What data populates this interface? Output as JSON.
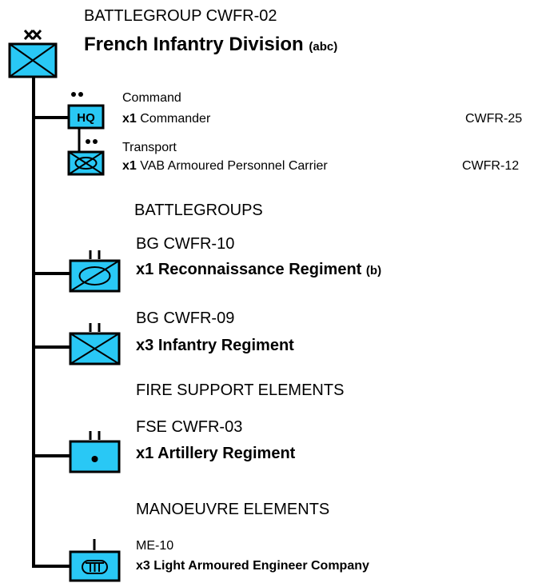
{
  "header": {
    "code": "BATTLEGROUP CWFR-02",
    "title": "French Infantry Division",
    "title_suffix": "(abc)"
  },
  "command": {
    "role": "Command",
    "qty": "x1",
    "name": "Commander",
    "code": "CWFR-25",
    "symbol_text": "HQ"
  },
  "transport": {
    "role": "Transport",
    "qty": "x1",
    "name": "VAB Armoured Personnel Carrier",
    "code": "CWFR-12"
  },
  "sections": {
    "battlegroups": "BATTLEGROUPS",
    "fire_support": "FIRE SUPPORT ELEMENTS",
    "manoeuvre": "MANOEUVRE ELEMENTS"
  },
  "units": [
    {
      "code": "BG CWFR-10",
      "qty": "x1",
      "name": "Reconnaissance Regiment",
      "suffix": "(b)"
    },
    {
      "code": "BG CWFR-09",
      "qty": "x3",
      "name": "Infantry Regiment"
    },
    {
      "code": "FSE CWFR-03",
      "qty": "x1",
      "name": "Artillery Regiment"
    },
    {
      "code": "ME-10",
      "qty": "x3",
      "name": "Light Armoured Engineer Company"
    }
  ],
  "colors": {
    "symbol_fill": "#29c8f5",
    "line": "#000000"
  }
}
